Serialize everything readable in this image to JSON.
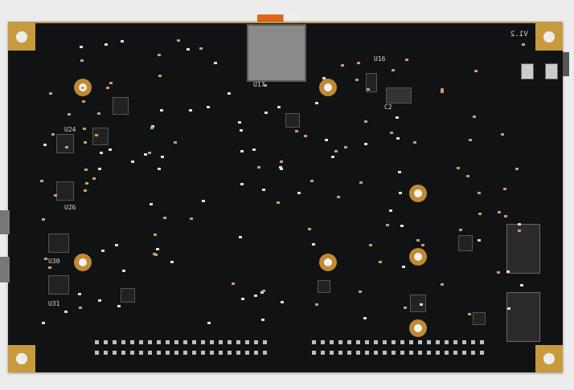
{
  "board": {
    "version_label": "V1.2",
    "silkscreen": [
      "U17",
      "C2",
      "U16",
      "U24",
      "U26",
      "U30",
      "U31"
    ]
  },
  "colors": {
    "pcb": "#111214",
    "gold": "#c79b3c",
    "sd_card": "#e0661c"
  }
}
